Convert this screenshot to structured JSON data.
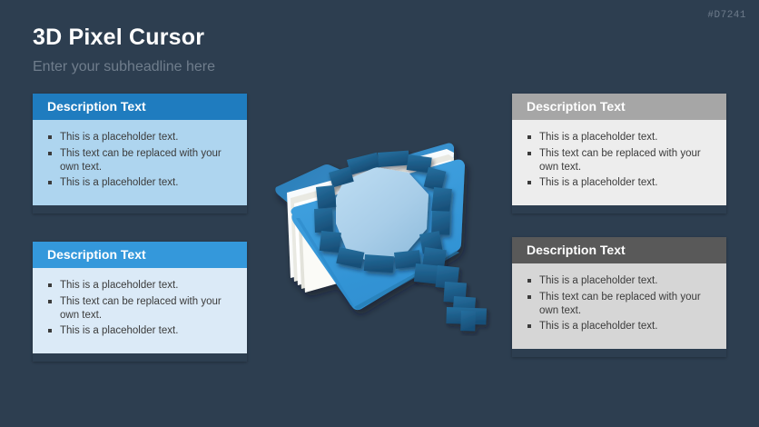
{
  "slide": {
    "id_label": "#D7241",
    "headline": "3D Pixel Cursor",
    "subheadline": "Enter your subheadline here",
    "background_color": "#2d3e50"
  },
  "bullets": {
    "line1": "This is a placeholder text.",
    "line2": "This text can be replaced with your own text.",
    "line3": "This is a placeholder text."
  },
  "cards": [
    {
      "id": "top-left",
      "title": "Description Text",
      "header_color": "#1f7cbf",
      "body_color": "#aed5ef",
      "bullets": [
        "This is a placeholder text.",
        "This text can be replaced with your own text.",
        "This is a placeholder text."
      ]
    },
    {
      "id": "bottom-left",
      "title": "Description Text",
      "header_color": "#3498db",
      "body_color": "#dbeaf7",
      "bullets": [
        "This is a placeholder text.",
        "This text can be replaced with your own text.",
        "This is a placeholder text."
      ]
    },
    {
      "id": "top-right",
      "title": "Description Text",
      "header_color": "#a6a6a6",
      "body_color": "#ededed",
      "bullets": [
        "This is a placeholder text.",
        "This text can be replaced with your own text.",
        "This is a placeholder text."
      ]
    },
    {
      "id": "bottom-right",
      "title": "Description Text",
      "header_color": "#595959",
      "body_color": "#d6d6d6",
      "bullets": [
        "This is a placeholder text.",
        "This text can be replaced with your own text.",
        "This is a placeholder text."
      ]
    }
  ],
  "illustration": {
    "name": "3d-folder-with-pixel-magnifier",
    "folder_front_color": "#3498db",
    "folder_back_color": "#2b7cb5",
    "paper_color": "#f2f2ee",
    "magnifier_frame_color": "#1d5f8c",
    "magnifier_lens_color": "#a8cde8"
  }
}
